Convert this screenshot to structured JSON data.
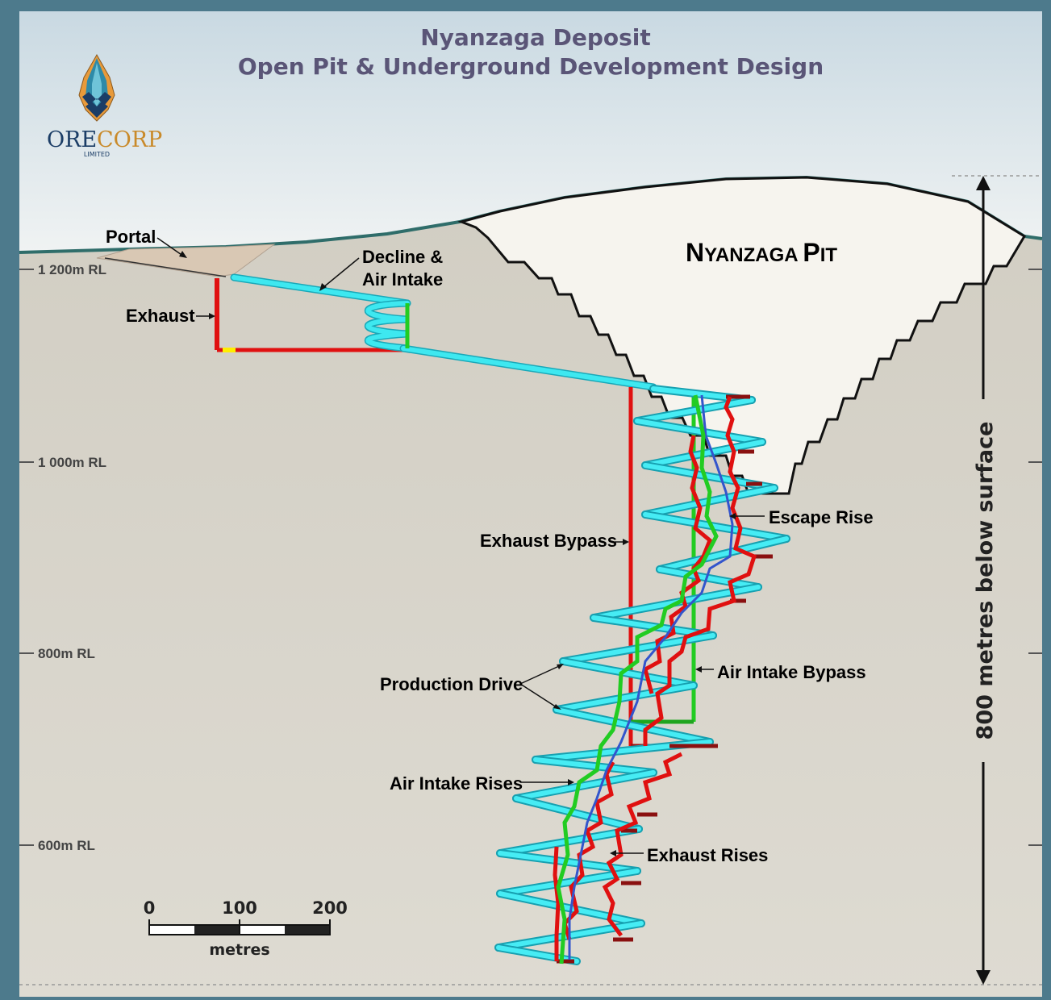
{
  "title": {
    "line1": "Nyanzaga Deposit",
    "line2": "Open Pit & Underground Development Design"
  },
  "logo": {
    "brand_ore": "ORE",
    "brand_corp": "CORP",
    "brand_sub": "LIMITED"
  },
  "pit_label": {
    "big_n": "N",
    "rest1": "YANZAGA ",
    "big_p": "P",
    "rest2": "IT"
  },
  "rl_labels": [
    "1 200m RL",
    "1 000m RL",
    "800m RL",
    "600m RL"
  ],
  "depth_label": "800 metres below surface",
  "labels": {
    "portal": "Portal",
    "decline_1": "Decline &",
    "decline_2": "Air Intake",
    "exhaust": "Exhaust",
    "escape_rise": "Escape Rise",
    "exhaust_bypass": "Exhaust Bypass",
    "air_intake_bypass": "Air Intake Bypass",
    "production_drive": "Production Drive",
    "air_intake_rises": "Air Intake Rises",
    "exhaust_rises": "Exhaust Rises"
  },
  "scale_bar": {
    "tick_0": "0",
    "tick_100": "100",
    "tick_200": "200",
    "unit": "metres"
  },
  "colors": {
    "sky": "#dfe8ec",
    "ground": "#d3d0c5",
    "decline": "#3ee8f0",
    "exhaust": "#e01010",
    "intake": "#22cc22",
    "escape": "#3355cc",
    "title": "#5a5577",
    "border": "#4d7a8c"
  }
}
